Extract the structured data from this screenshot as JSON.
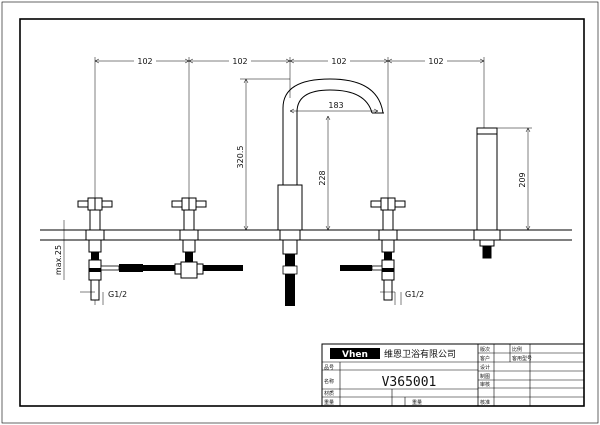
{
  "dimensions": {
    "spacing": [
      "102",
      "102",
      "102",
      "102"
    ],
    "spout_height": "320.5",
    "spout_reach": "183",
    "spout_clearance": "228",
    "handshower_height": "209",
    "max_deck": "max.25",
    "thread_left": "G1/2",
    "thread_right": "G1/2"
  },
  "title_block": {
    "logo": "Vhen",
    "company": "维恩卫浴有限公司",
    "model": "V365001",
    "cells": {
      "version": "版次",
      "scale": "比例",
      "customer": "客户",
      "customer_model": "客用型号",
      "design": "设计",
      "drawing": "制图",
      "review": "审核",
      "approve": "核准",
      "part_no": "品号",
      "name": "名称",
      "material": "材质",
      "weight": "重量"
    }
  }
}
